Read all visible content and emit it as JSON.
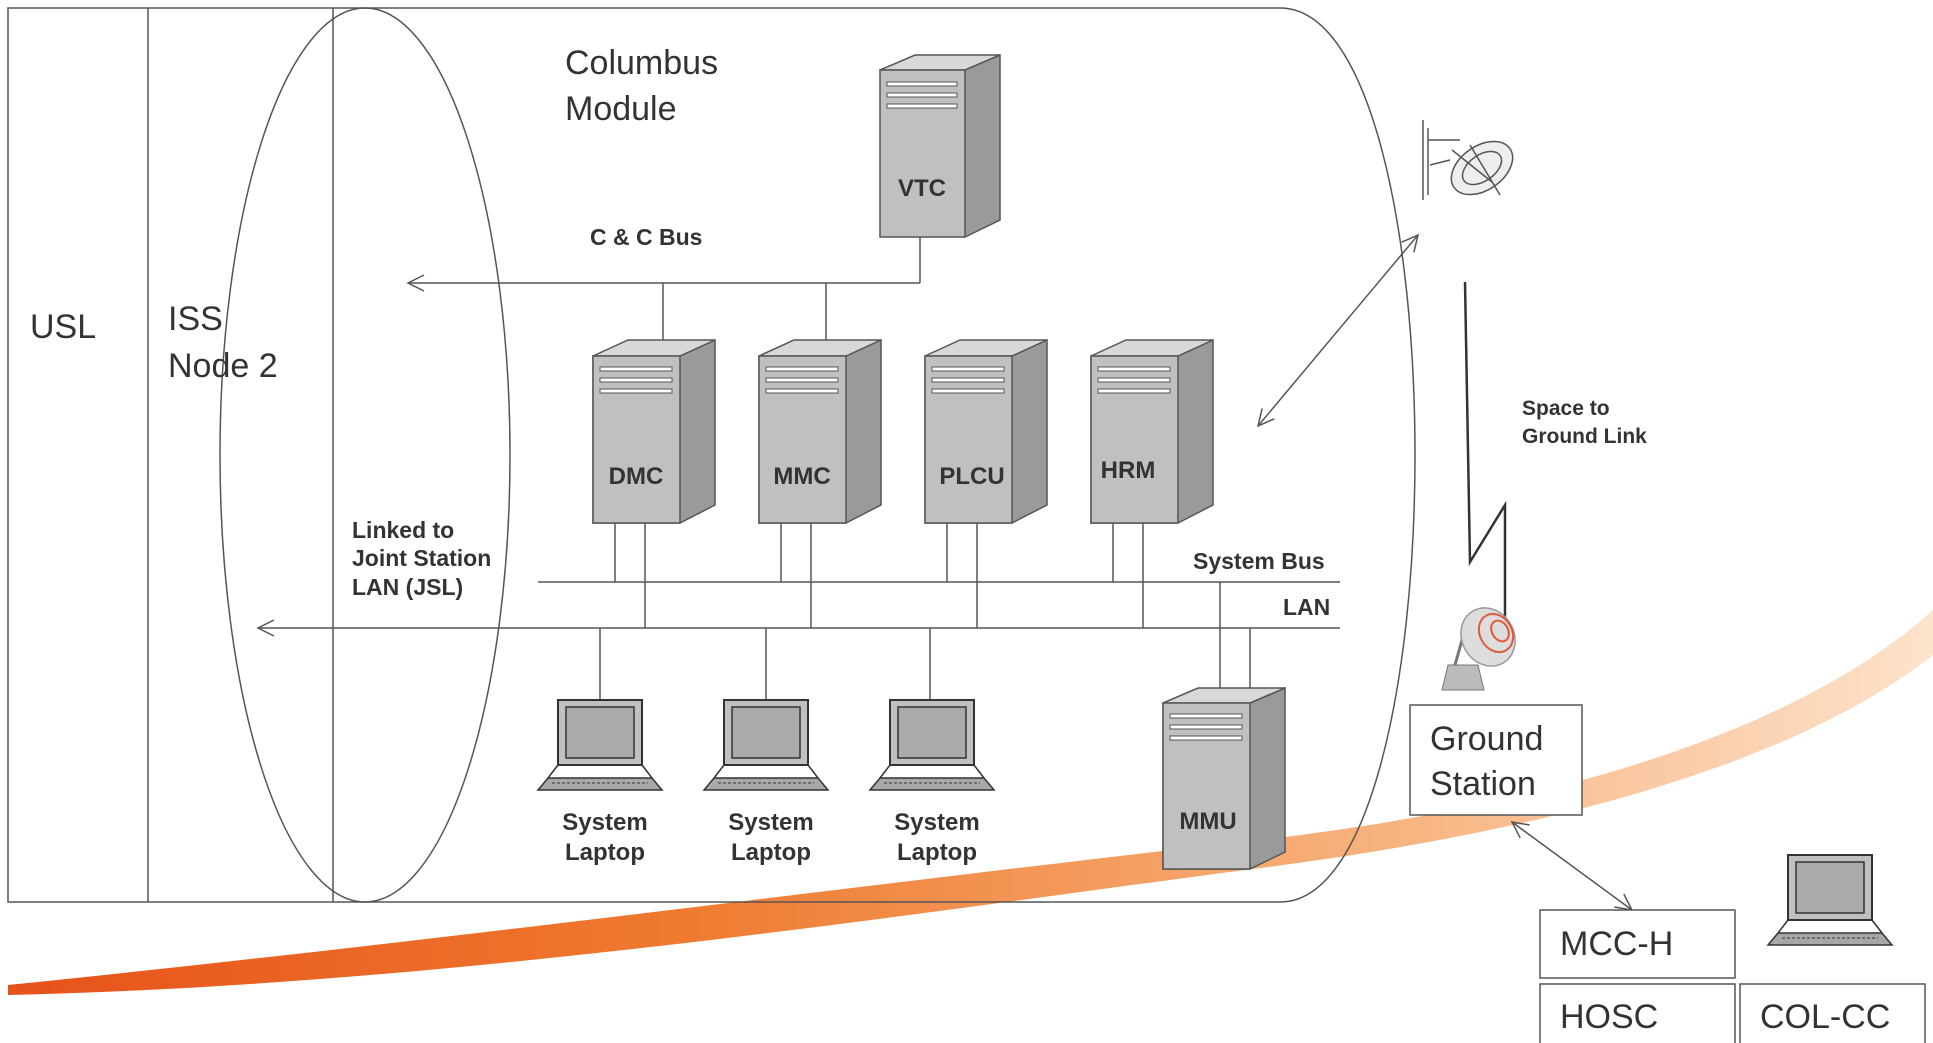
{
  "diagram": {
    "labels": {
      "usl": "USL",
      "iss_line1": "ISS",
      "iss_line2": "Node 2",
      "module_line1": "Columbus",
      "module_line2": "Module",
      "cc_bus": "C & C Bus",
      "system_bus": "System Bus",
      "lan": "LAN",
      "linked_line1": "Linked to",
      "linked_line2": "Joint Station",
      "linked_line3": "LAN (JSL)",
      "link_line1": "Space to",
      "link_line2": "Ground Link",
      "ground_line1": "Ground",
      "ground_line2": "Station"
    },
    "servers": {
      "vtc": "VTC",
      "dmc": "DMC",
      "mmc": "MMC",
      "plcu": "PLCU",
      "hrm": "HRM",
      "mmu": "MMU"
    },
    "laptops": [
      {
        "line1": "System",
        "line2": "Laptop"
      },
      {
        "line1": "System",
        "line2": "Laptop"
      },
      {
        "line1": "System",
        "line2": "Laptop"
      }
    ],
    "control_centers": {
      "mcch": "MCC-H",
      "hosc": "HOSC",
      "colcc": "COL-CC"
    }
  },
  "colors": {
    "line": "#555555",
    "server_front": "#c0c0c0",
    "server_side": "#9a9a9a",
    "server_top": "#d8d8d8",
    "swoosh_start": "#e8561a",
    "swoosh_end": "#fbd9bd"
  }
}
